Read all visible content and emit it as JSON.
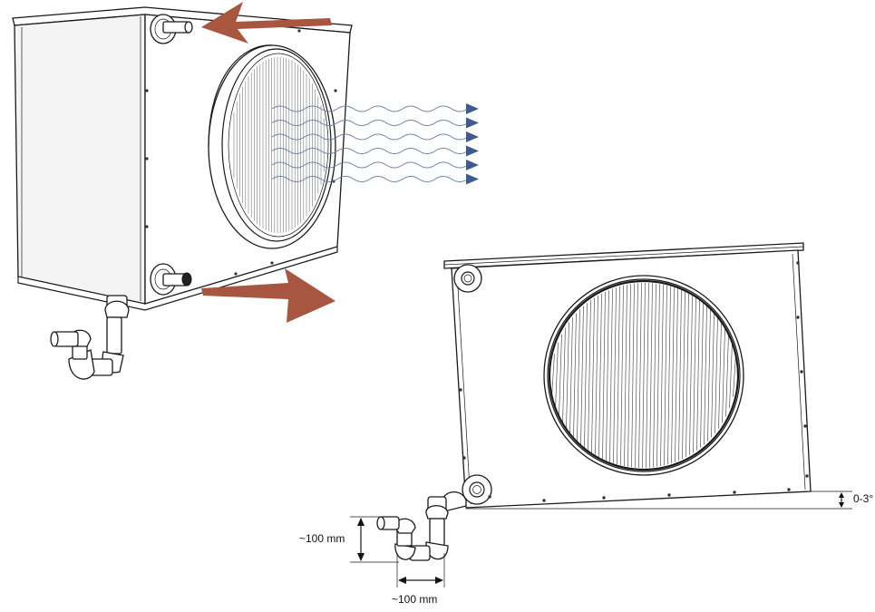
{
  "colors": {
    "water_arrow": "#a8563f",
    "air_wave": "#6b7fa8",
    "air_arrowhead": "#3f5a8c",
    "line": "#1a1a1a"
  },
  "labels": {
    "drop_height": "~100 mm",
    "drop_width": "~100 mm",
    "tilt": "0-3°"
  }
}
